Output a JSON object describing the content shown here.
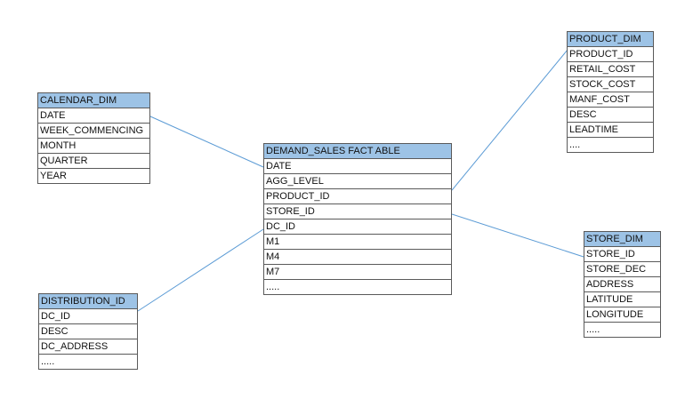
{
  "tables": {
    "calendar": {
      "title": "CALENDAR_DIM",
      "rows": [
        "DATE",
        "WEEK_COMMENCING",
        "MONTH",
        "QUARTER",
        "YEAR"
      ]
    },
    "distribution": {
      "title": "DISTRIBUTION_ID",
      "rows": [
        "DC_ID",
        "DESC",
        "DC_ADDRESS",
        "....."
      ]
    },
    "fact": {
      "title": "DEMAND_SALES FACT ABLE",
      "rows": [
        "DATE",
        "AGG_LEVEL",
        "PRODUCT_ID",
        "STORE_ID",
        "DC_ID",
        "M1",
        "M4",
        "M7",
        "....."
      ]
    },
    "product": {
      "title": "PRODUCT_DIM",
      "rows": [
        "PRODUCT_ID",
        "RETAIL_COST",
        "STOCK_COST",
        "MANF_COST",
        "DESC",
        "LEADTIME",
        "...."
      ]
    },
    "store": {
      "title": "STORE_DIM",
      "rows": [
        "STORE_ID",
        "STORE_DEC",
        "ADDRESS",
        "LATITUDE",
        "LONGITUDE",
        "....."
      ]
    }
  },
  "colors": {
    "header_fill": "#9dc3e6",
    "connector": "#5b9bd5",
    "border": "#5a5a5a"
  }
}
